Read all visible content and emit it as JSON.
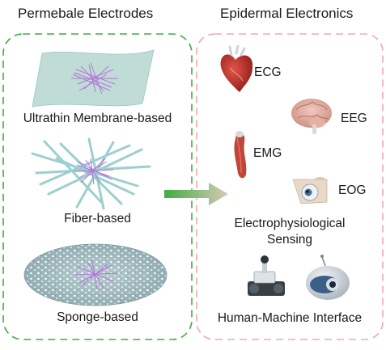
{
  "left_panel": {
    "title": "Permebale Electrodes",
    "border_color": "#3fae3f",
    "items": [
      {
        "label": "Ultrathin Membrane-based"
      },
      {
        "label": "Fiber-based"
      },
      {
        "label": "Sponge-based"
      }
    ]
  },
  "right_panel": {
    "title": "Epidermal Electronics",
    "border_color": "#f0a8b0",
    "signals": [
      "ECG",
      "EEG",
      "EMG",
      "EOG"
    ],
    "sensing_label_line1": "Electrophysiological",
    "sensing_label_line2": "Sensing",
    "hmi_label": "Human-Machine Interface"
  },
  "arrow": {
    "color_start": "#3fae3f",
    "color_end": "#d8c9b8"
  },
  "colors": {
    "membrane": "#bfdcd6",
    "fiber": "#8cc7c7",
    "nanowire": "#b06fd6",
    "sponge": "#a9c2c6"
  }
}
